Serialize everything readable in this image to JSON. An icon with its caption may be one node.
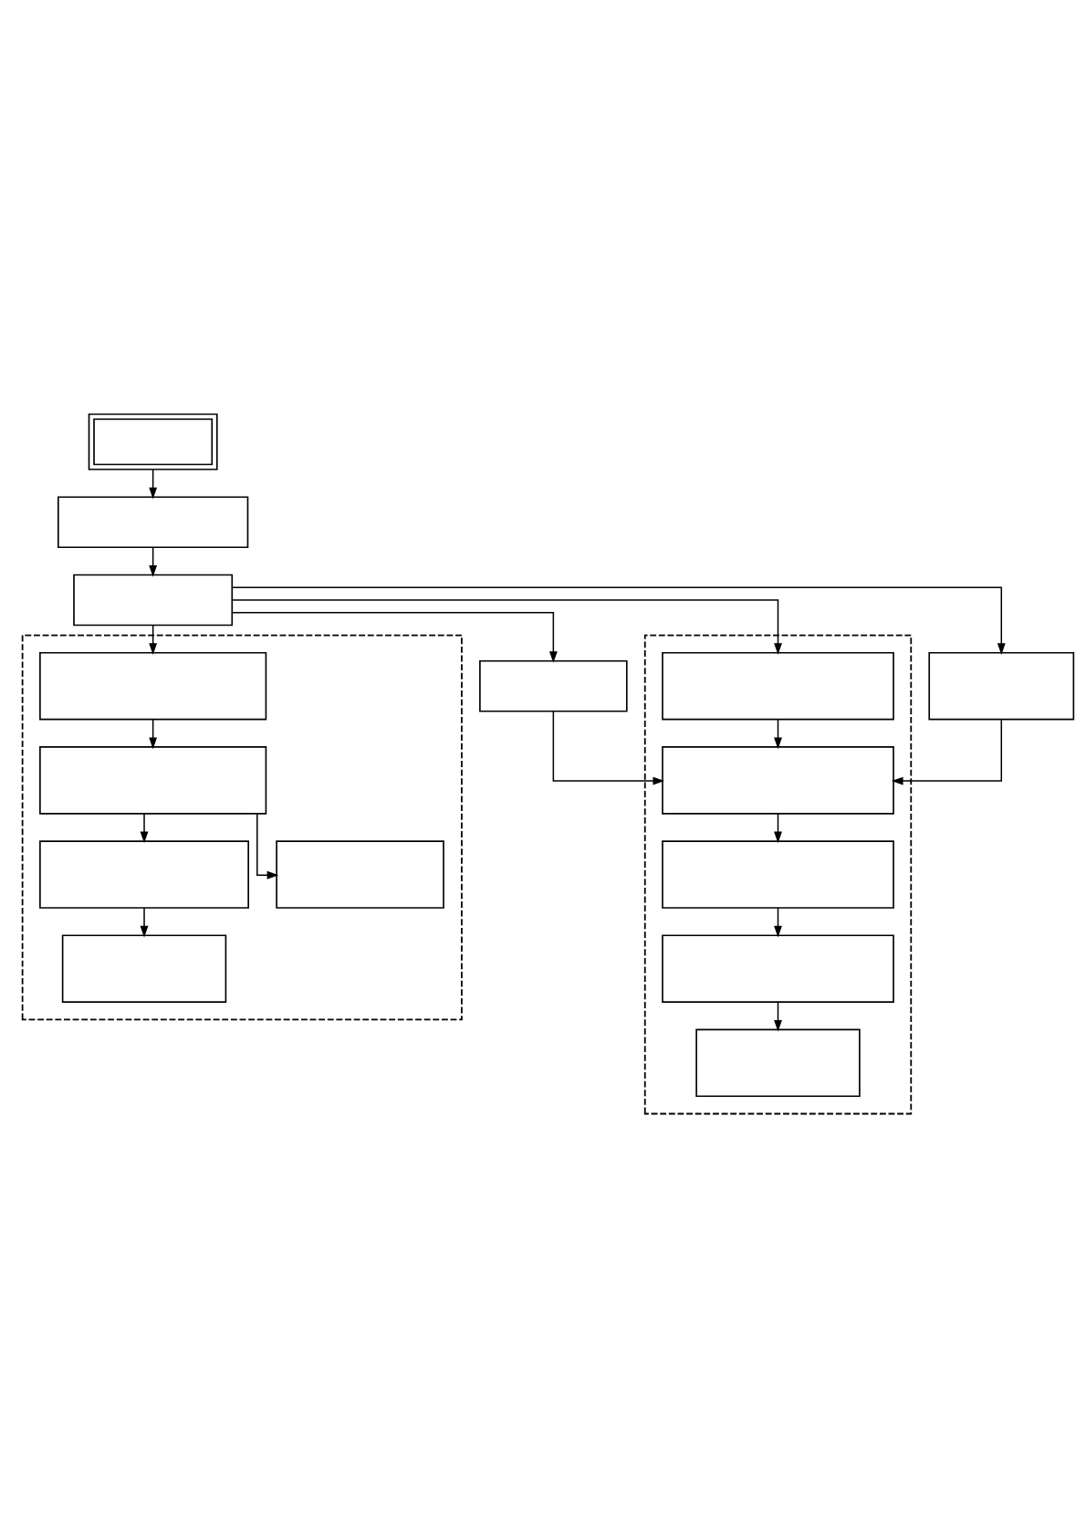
{
  "diagram": {
    "nodes": [
      {
        "text": [],
        "shape": "box"
      },
      {
        "text": [],
        "shape": "box"
      },
      {
        "text": [],
        "shape": "box"
      },
      {
        "text": [],
        "shape": "box"
      },
      {
        "text": [],
        "shape": "box",
        "in": 3
      },
      {
        "text": [],
        "shape": "box",
        "in": 3
      },
      {
        "text": [],
        "shape": "box",
        "in": 3
      },
      {
        "text": [],
        "shape": "box",
        "in": 3
      },
      {
        "text": [],
        "shape": "box",
        "in": 3
      },
      {
        "text": [],
        "shape": "box"
      },
      {
        "text": [],
        "shape": "box"
      },
      {
        "text": [],
        "shape": "box",
        "in": 10
      },
      {
        "text": [],
        "shape": "box",
        "in": 10
      },
      {
        "text": [],
        "shape": "box",
        "in": 10
      },
      {
        "text": [],
        "shape": "box",
        "in": 10
      },
      {
        "text": [],
        "shape": "box",
        "in": 10
      },
      {
        "text": [],
        "shape": "box"
      }
    ],
    "edges": [
      {
        "from": 0,
        "to": 1,
        "arrow": "to"
      },
      {
        "from": 1,
        "to": 2,
        "arrow": "to"
      },
      {
        "from": 2,
        "to": 4,
        "arrow": "to"
      },
      {
        "from": 2,
        "to": 9,
        "arrow": "to"
      },
      {
        "from": 2,
        "to": 11,
        "arrow": "to"
      },
      {
        "from": 2,
        "to": 16,
        "arrow": "to"
      },
      {
        "from": 4,
        "to": 5,
        "arrow": "to"
      },
      {
        "from": 5,
        "to": 6,
        "arrow": "to"
      },
      {
        "from": 5,
        "to": 7,
        "arrow": "to"
      },
      {
        "from": 6,
        "to": 8,
        "arrow": "to"
      },
      {
        "from": 9,
        "to": 12,
        "arrow": "to"
      },
      {
        "from": 11,
        "to": 12,
        "arrow": "to"
      },
      {
        "from": 16,
        "to": 12,
        "arrow": "to"
      },
      {
        "from": 12,
        "to": 13,
        "arrow": "to"
      },
      {
        "from": 13,
        "to": 14,
        "arrow": "to"
      },
      {
        "from": 14,
        "to": 15,
        "arrow": "to"
      }
    ]
  }
}
